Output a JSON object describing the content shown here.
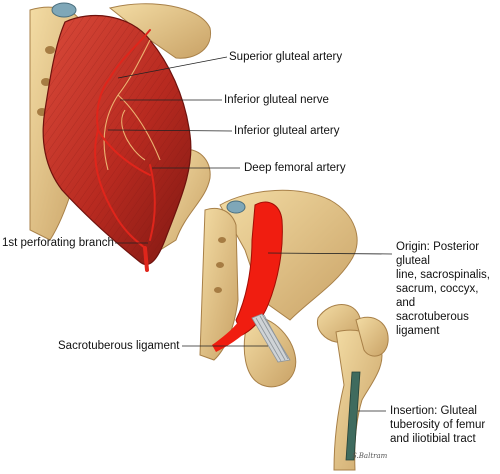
{
  "labels": {
    "superior_gluteal_artery": "Superior gluteal artery",
    "inferior_gluteal_nerve": "Inferior gluteal nerve",
    "inferior_gluteal_artery": "Inferior gluteal artery",
    "deep_femoral_artery": "Deep femoral artery",
    "first_perforating_branch": "1st perforating branch",
    "origin": [
      "Origin: Posterior gluteal",
      "line, sacrospinalis,",
      "sacrum, coccyx, and",
      "sacrotuberous ligament"
    ],
    "sacrotuberous_ligament": "Sacrotuberous ligament",
    "insertion": [
      "Insertion: Gluteal",
      "tuberosity of femur",
      "and iliotibial tract"
    ]
  },
  "signature": "S.Baltram",
  "colors": {
    "bone": "#e8c98a",
    "bone_shadow": "#b89358",
    "muscle": "#c9342a",
    "muscle_dark": "#8e1d17",
    "artery": "#e0251b",
    "nerve": "#f2c27a",
    "origin": "#f01d10",
    "insertion": "#3f6b5e",
    "ligament": "#cfd3d6",
    "leader": "#222222"
  }
}
